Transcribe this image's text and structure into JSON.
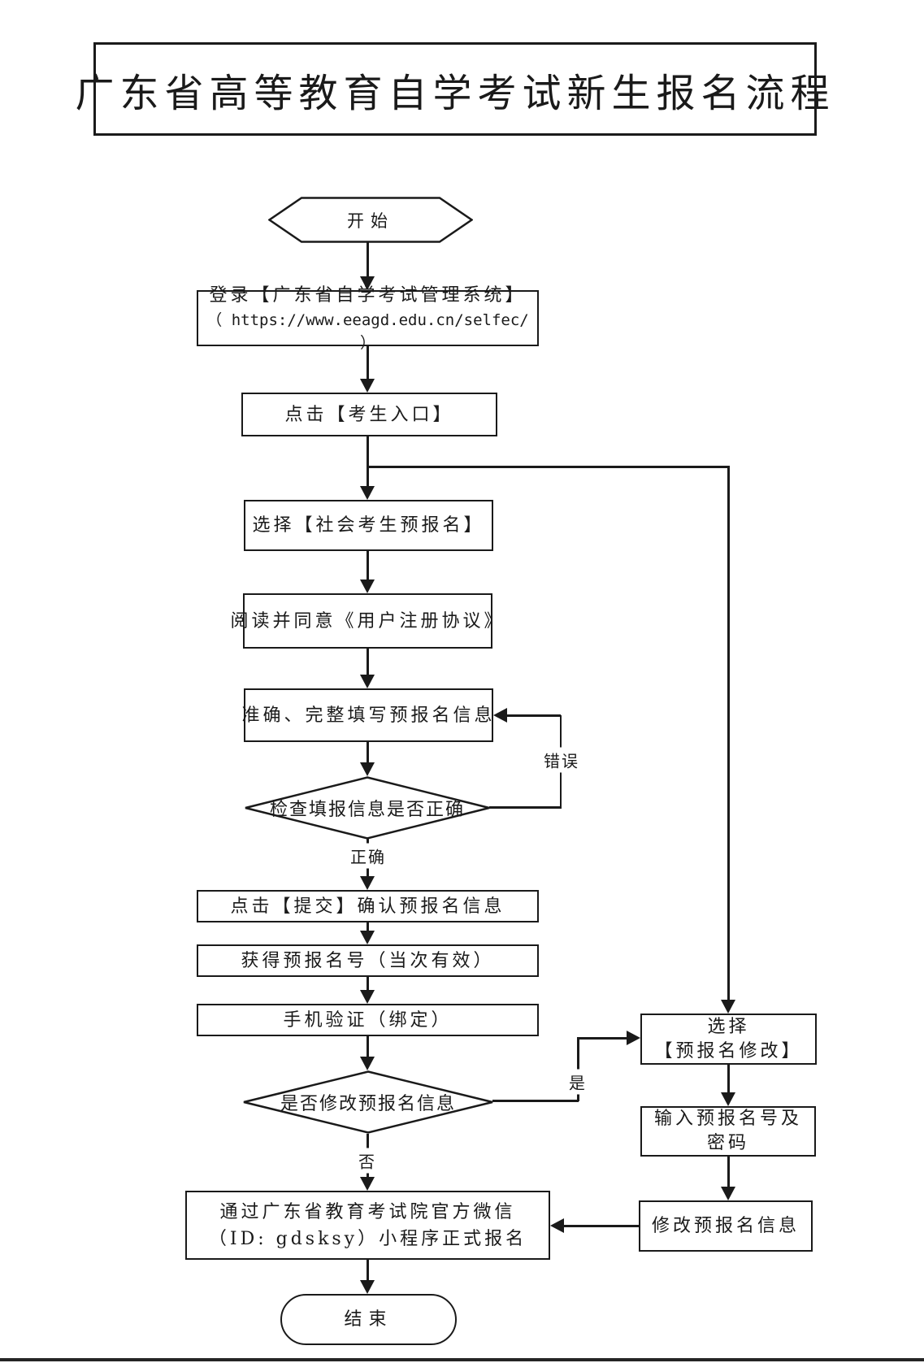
{
  "page": {
    "title": "广东省高等教育自学考试新生报名流程"
  },
  "flowchart": {
    "start": "开始",
    "login_line1": "登录【广东省自学考试管理系统】",
    "login_line2": "（ https://www.eeagd.edu.cn/selfec/ ）",
    "click_entry": "点击【考生入口】",
    "select_prereg": "选择【社会考生预报名】",
    "agree_terms": "阅读并同意《用户注册协议》",
    "fill_info": "准确、完整填写预报名信息",
    "check_decision": "检查填报信息是否正确",
    "submit_confirm": "点击【提交】确认预报名信息",
    "get_number": "获得预报名号（当次有效）",
    "phone_verify": "手机验证（绑定）",
    "modify_decision": "是否修改预报名信息",
    "official_line1": "通过广东省教育考试院官方微信",
    "official_line2": "（ID: gdsksy）小程序正式报名",
    "end": "结束",
    "select_modify_line1": "选择",
    "select_modify_line2": "【预报名修改】",
    "input_line1": "输入预报名号及",
    "input_line2": "密码",
    "modify_info": "修改预报名信息",
    "labels": {
      "correct": "正确",
      "error": "错误",
      "yes": "是",
      "no": "否"
    }
  },
  "colors": {
    "ink": "#1a1a1a",
    "background": "#ffffff"
  }
}
